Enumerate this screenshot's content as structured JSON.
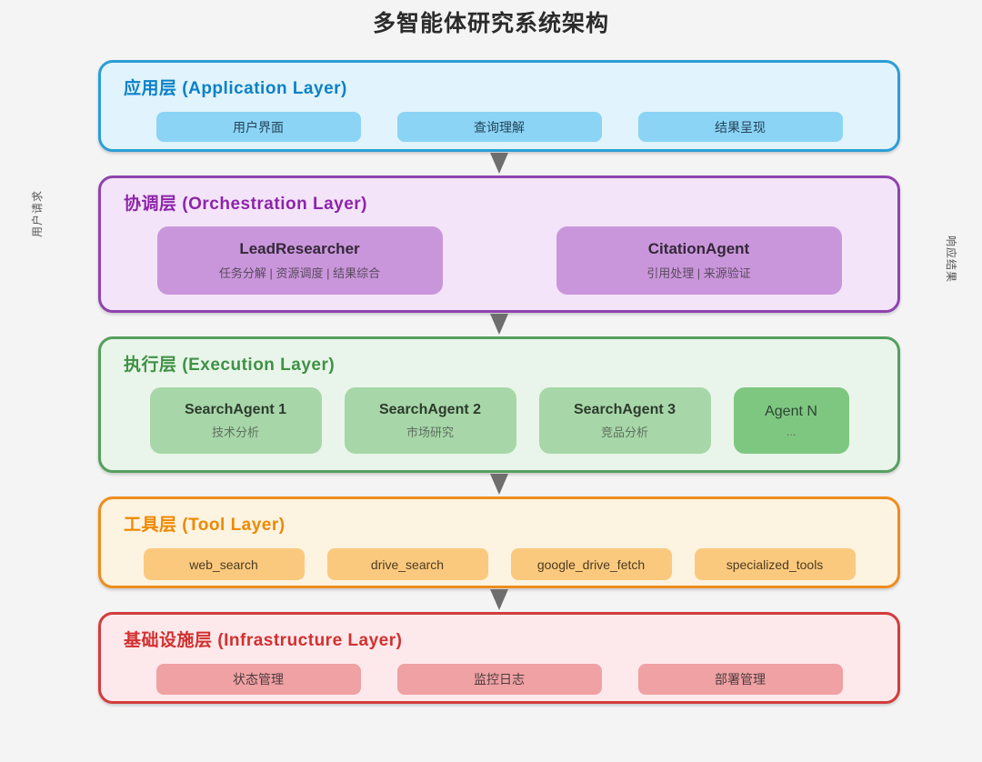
{
  "page": {
    "title": "多智能体研究系统架构",
    "background": "#f4f4f5"
  },
  "side_labels": {
    "left": "用户请求",
    "right": "响应结果"
  },
  "arrow_color": "#6e6e6e",
  "layers": [
    {
      "name": "application",
      "title": "应用层 (Application Layer)",
      "colors": {
        "border": "#2b9ed6",
        "fill": "#e1f3fc",
        "title": "#0b81c7",
        "chip": "#8bd4f5"
      },
      "items": [
        {
          "label": "用户界面"
        },
        {
          "label": "查询理解"
        },
        {
          "label": "结果呈现"
        }
      ]
    },
    {
      "name": "orchestration",
      "title": "协调层 (Orchestration Layer)",
      "colors": {
        "border": "#8e44ad",
        "fill": "#f3e4f9",
        "title": "#8e24aa",
        "chip": "#ca96db"
      },
      "items": [
        {
          "title": "LeadResearcher",
          "subtitle": "任务分解 | 资源调度 | 结果综合"
        },
        {
          "title": "CitationAgent",
          "subtitle": "引用处理 | 来源验证"
        }
      ]
    },
    {
      "name": "execution",
      "title": "执行层 (Execution Layer)",
      "colors": {
        "border": "#569f5e",
        "fill": "#e9f5ea",
        "title": "#3e9245",
        "chip": "#a7d7a8",
        "chip_alt": "#7ec781"
      },
      "items": [
        {
          "title": "SearchAgent 1",
          "subtitle": "技术分析"
        },
        {
          "title": "SearchAgent 2",
          "subtitle": "市场研究"
        },
        {
          "title": "SearchAgent 3",
          "subtitle": "竞品分析"
        },
        {
          "title": "Agent N",
          "subtitle": "..."
        }
      ]
    },
    {
      "name": "tool",
      "title": "工具层 (Tool Layer)",
      "colors": {
        "border": "#ee8d1d",
        "fill": "#fdf3e1",
        "title": "#ee8900",
        "chip": "#fbc97e"
      },
      "items": [
        {
          "label": "web_search"
        },
        {
          "label": "drive_search"
        },
        {
          "label": "google_drive_fetch"
        },
        {
          "label": "specialized_tools"
        }
      ]
    },
    {
      "name": "infrastructure",
      "title": "基础设施层 (Infrastructure Layer)",
      "colors": {
        "border": "#d33c3c",
        "fill": "#fde9eb",
        "title": "#d32f2f",
        "chip": "#efa1a4"
      },
      "items": [
        {
          "label": "状态管理"
        },
        {
          "label": "监控日志"
        },
        {
          "label": "部署管理"
        }
      ]
    }
  ]
}
